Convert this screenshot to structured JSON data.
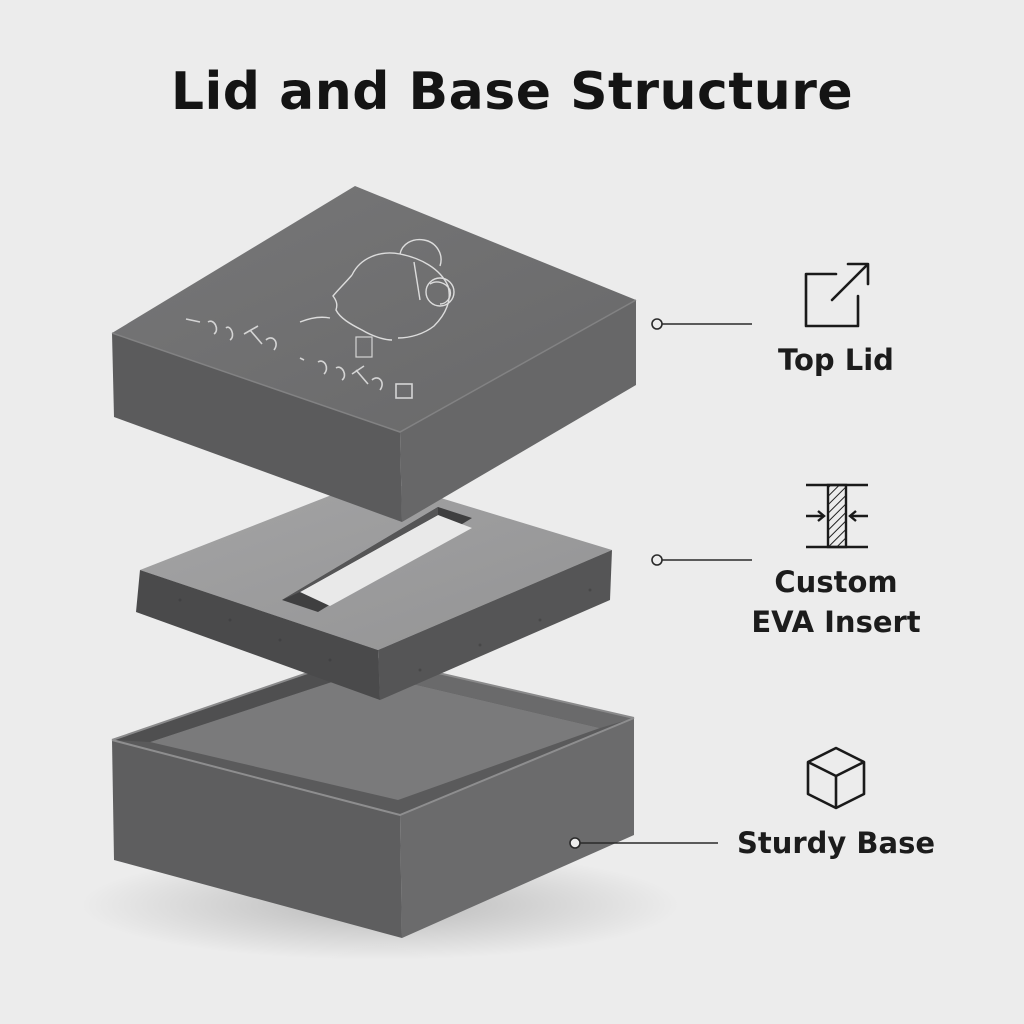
{
  "title": "Lid and Base Structure",
  "components": [
    {
      "id": "top-lid",
      "lines": [
        "Top Lid"
      ],
      "icon": "external-link-square-icon"
    },
    {
      "id": "eva-insert",
      "lines": [
        "Custom",
        "EVA Insert"
      ],
      "icon": "thickness-cross-section-icon"
    },
    {
      "id": "base",
      "lines": [
        "Sturdy Base"
      ],
      "icon": "cube-icon"
    }
  ],
  "colors": {
    "background": "#ececec",
    "lid_top": "#6e6e6f",
    "lid_side": "#5a5a5b",
    "foam_top": "#9b9b9c",
    "foam_side": "#4d4d4e",
    "base_side": "#616162",
    "text": "#141414"
  }
}
